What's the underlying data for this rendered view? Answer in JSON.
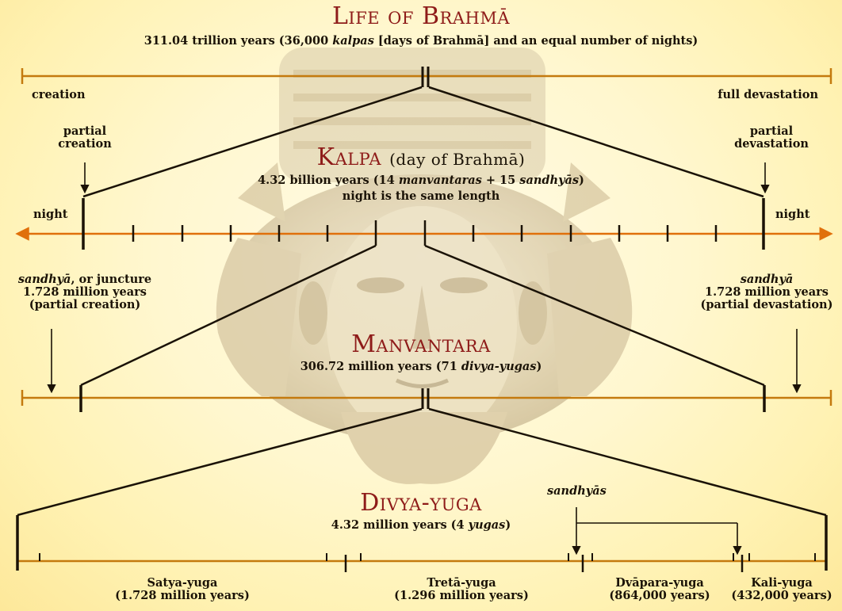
{
  "life": {
    "title": "Life of Brahmā",
    "duration_pre": "311.04 trillion years (36,000 ",
    "duration_em": "kalpas",
    "duration_post": " [days of Brahmā] and an equal number of nights)",
    "left_label": "creation",
    "right_label": "full devastation"
  },
  "kalpa": {
    "title": "Kalpa",
    "title_sub": "(day of Brahmā)",
    "line1_pre": "4.32 billion years (14 ",
    "line1_em1": "manvantaras",
    "line1_mid": " + 15 ",
    "line1_em2": "sandhyās",
    "line1_post": ")",
    "line2": "night is the same length",
    "partial_creation_l1": "partial",
    "partial_creation_l2": "creation",
    "partial_devastation_l1": "partial",
    "partial_devastation_l2": "devastation",
    "night_left": "night",
    "night_right": "night"
  },
  "manvantara": {
    "title": "Manvantara",
    "duration_pre": "306.72 million years (71 ",
    "duration_em": "divya-yugas",
    "duration_post": ")",
    "left_note_em": "sandhyā",
    "left_note_rest": ", or juncture",
    "left_note_l2": "1.728 million years",
    "left_note_l3": "(partial creation)",
    "right_note_em": "sandhyā",
    "right_note_l2": "1.728 million years",
    "right_note_l3": "(partial devastation)"
  },
  "divya_yuga": {
    "title": "Divya-yuga",
    "duration_pre": "4.32 million years (4 ",
    "duration_em": "yugas",
    "duration_post": ")",
    "sandhyas_label": "sandhyās",
    "yugas": [
      {
        "name": "Satya-yuga",
        "years": "(1.728 million years)"
      },
      {
        "name": "Tretā-yuga",
        "years": "(1.296 million years)"
      },
      {
        "name": "Dvāpara-yuga",
        "years": "(864,000 years)"
      },
      {
        "name": "Kali-yuga",
        "years": "(432,000 years)"
      }
    ]
  },
  "colors": {
    "title": "#8e1b19",
    "timeline": "#c47a0e",
    "ink": "#1a1206",
    "background": "#fff7cf"
  }
}
